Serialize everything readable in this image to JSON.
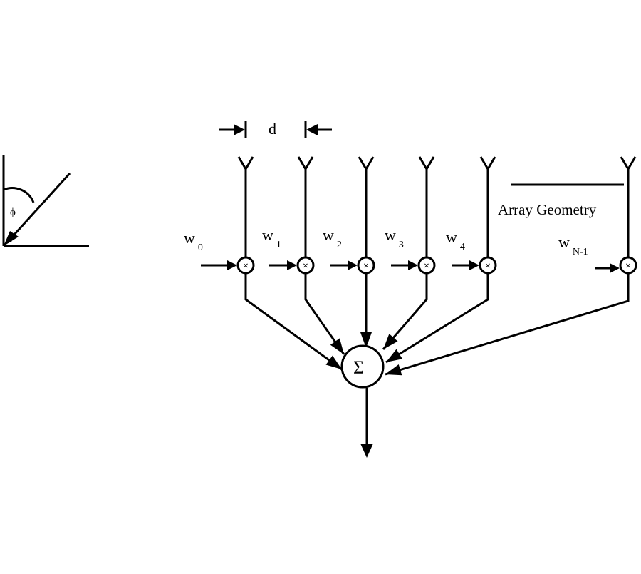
{
  "spacing_label": "d",
  "array_geometry_label": "Array Geometry",
  "summer_symbol": "Σ",
  "multiplier_symbol": "×",
  "angle_symbol": "ϕ",
  "weights": [
    {
      "base": "w",
      "index": "0"
    },
    {
      "base": "w",
      "index": "1"
    },
    {
      "base": "w",
      "index": "2"
    },
    {
      "base": "w",
      "index": "3"
    },
    {
      "base": "w",
      "index": "4"
    },
    {
      "base": "w",
      "index": "N-1"
    }
  ],
  "colors": {
    "ink": "#000000",
    "background": "#ffffff"
  }
}
